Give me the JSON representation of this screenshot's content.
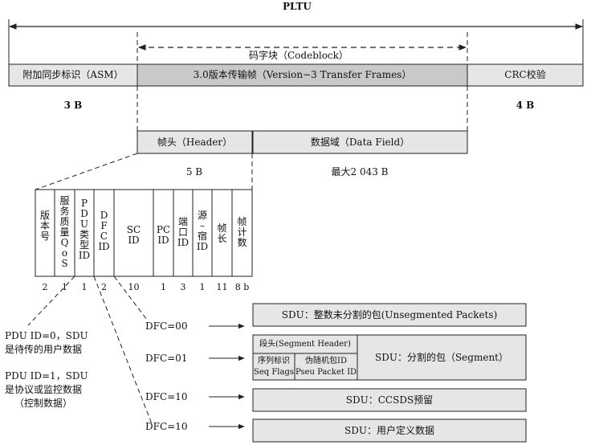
{
  "top": {
    "pltu": "PLTU",
    "codeblock": "码字块（Codeblock）",
    "asm": "附加同步标识（ASM）",
    "frame": "3.0版本传输帧（Version−3 Transfer Frames）",
    "crc": "CRC校验",
    "asm_size": "3 B",
    "crc_size": "4 B"
  },
  "frame": {
    "header": "帧头（Header）",
    "data_field": "数据域（Data Field）",
    "header_size": "5 B",
    "data_size": "最大2 043 B"
  },
  "header_fields": [
    {
      "label": "版\n本\n号",
      "bits": "2"
    },
    {
      "label": "服\n务\n质\n量\nQ\no\nS",
      "bits": "1"
    },
    {
      "label": "P\nD\nU\n类\n型\nID",
      "bits": "1"
    },
    {
      "label": "D\nF\nC\nID",
      "bits": "2"
    },
    {
      "label": "SC\nID",
      "bits": "10"
    },
    {
      "label": "PC\nID",
      "bits": "1"
    },
    {
      "label": "端\n口\nID",
      "bits": "3"
    },
    {
      "label": "源\n–\n宿\nID",
      "bits": "1"
    },
    {
      "label": "帧\n长",
      "bits": "11"
    },
    {
      "label": "帧\n计\n数",
      "bits": "8 b"
    }
  ],
  "notes": {
    "pdu0_l1": "PDU ID=0，SDU",
    "pdu0_l2": "是待传的用户数据",
    "pdu1_l1": "PDU ID=1，SDU",
    "pdu1_l2": "是协议或监控数据",
    "pdu1_l3": "（控制数据）"
  },
  "dfc_rows": [
    {
      "dfc": "DFC=00",
      "sdu": "SDU：整数未分割的包(Unsegmented Packets)"
    },
    {
      "dfc": "DFC=01",
      "sdu": "SDU：分割的包（Segment）"
    },
    {
      "dfc": "DFC=10",
      "sdu": "SDU：CCSDS预留"
    },
    {
      "dfc": "DFC=10",
      "sdu": "SDU：用户定义数据"
    }
  ],
  "segment": {
    "header": "段头(Segment Header)",
    "seq_cn": "序列标识",
    "seq_en": "Seq Flags",
    "pseu_cn": "伪随机包ID",
    "pseu_en": "Pseu Packet ID"
  },
  "colors": {
    "light": "#e6e6e6",
    "mid": "#c9c9c9",
    "line": "#222222"
  }
}
